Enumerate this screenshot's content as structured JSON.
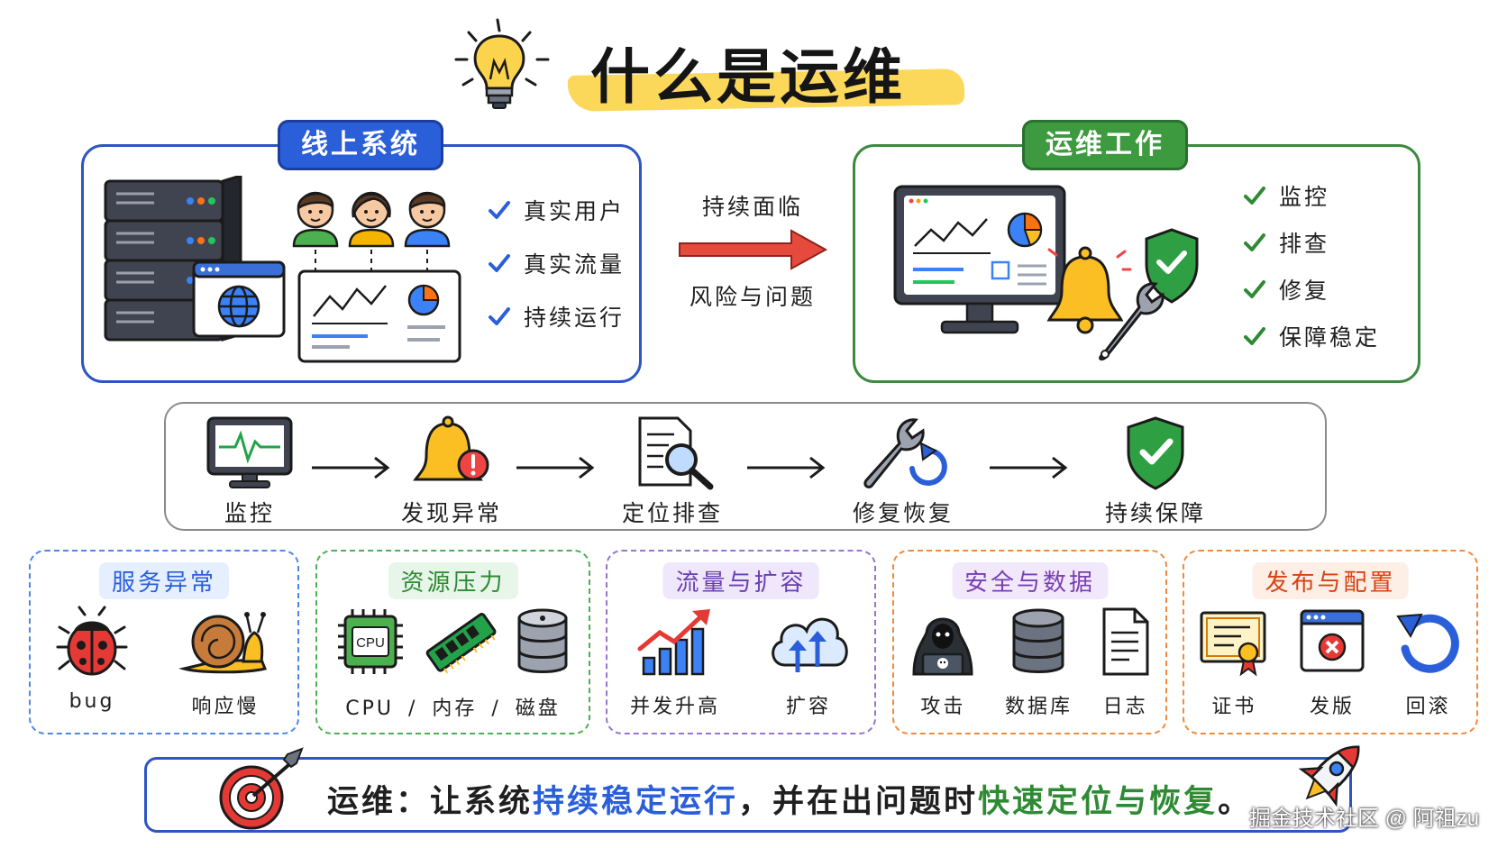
{
  "title": "什么是运维",
  "online_system": {
    "tag": "线上系统",
    "checks": [
      "真实用户",
      "真实流量",
      "持续运行"
    ]
  },
  "connector": {
    "top": "持续面临",
    "bottom": "风险与问题"
  },
  "ops_work": {
    "tag": "运维工作",
    "checks": [
      "监控",
      "排查",
      "修复",
      "保障稳定"
    ]
  },
  "flow": {
    "steps": [
      "监控",
      "发现异常",
      "定位排查",
      "修复恢复",
      "持续保障"
    ]
  },
  "categories": [
    {
      "title": "服务异常",
      "items": [
        "bug",
        "响应慢"
      ]
    },
    {
      "title": "资源压力",
      "items": [
        "CPU / 内存 / 磁盘"
      ],
      "chip": "CPU"
    },
    {
      "title": "流量与扩容",
      "items": [
        "并发升高",
        "扩容"
      ]
    },
    {
      "title": "安全与数据",
      "items": [
        "攻击",
        "数据库",
        "日志"
      ]
    },
    {
      "title": "发布与配置",
      "items": [
        "证书",
        "发版",
        "回滚"
      ]
    }
  ],
  "banner": {
    "prefix": "运维：让系统",
    "highlight1": "持续稳定运行",
    "middle": "，并在出问题时",
    "highlight2": "快速定位与恢复",
    "suffix": "。"
  },
  "watermark": "掘金技术社区 @ 阿祖zu",
  "colors": {
    "blue": "#2a5fd9",
    "green": "#3e9a3f",
    "yellow": "#fbd75a",
    "red_arrow": "#e64a3c"
  }
}
